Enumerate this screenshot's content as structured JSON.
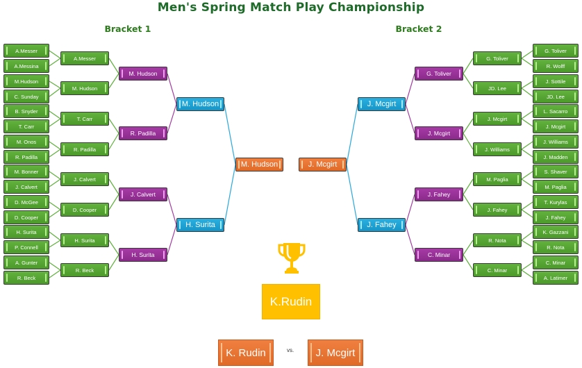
{
  "title": "Men's Spring Match Play Championship",
  "bracket1": {
    "label": "Bracket 1",
    "round1": [
      "A.Messer",
      "A.Messina",
      "M.Hudson",
      "C. Sunday",
      "B. Snyder",
      "T. Carr",
      "M. Onos",
      "R. Padilla",
      "M. Bonner",
      "J. Calvert",
      "D. McGee",
      "D. Cooper",
      "H. Surita",
      "P. Connell",
      "A. Gunter",
      "R. Beck"
    ],
    "round2": [
      "A.Messer",
      "M. Hudson",
      "T. Carr",
      "R. Padilla",
      "J. Calvert",
      "D. Cooper",
      "H. Surita",
      "R. Beck"
    ],
    "round3": [
      "M. Hudson",
      "R. Padilla",
      "J. Calvert",
      "H. Surita"
    ],
    "round4": [
      "M. Hudson",
      "H. Surita"
    ],
    "winner": "M. Hudson"
  },
  "bracket2": {
    "label": "Bracket 2",
    "round1": [
      "G. Toliver",
      "R. Wolff",
      "J. Sottile",
      "JD. Lee",
      "L. Sacarro",
      "J. Mcgirt",
      "J. Williams",
      "J. Madden",
      "S. Shaver",
      "M. Paglia",
      "T. Kurylas",
      "J. Fahey",
      "K. Gazzani",
      "R. Nota",
      "C. Minar",
      "A. Latimer"
    ],
    "round2": [
      "G. Toliver",
      "JD. Lee",
      "J. Mcgirt",
      "J. Williams",
      "M. Paglia",
      "J. Fahey",
      "R. Nota",
      "C. Minar"
    ],
    "round3": [
      "G. Toliver",
      "J. Mcgirt",
      "J. Fahey",
      "C. Minar"
    ],
    "round4": [
      "J. Mcgirt",
      "J. Fahey"
    ],
    "winner": "J. Mcgirt"
  },
  "final": {
    "player1": "K. Rudin",
    "vs": "vs.",
    "player2": "J. Mcgirt",
    "champion": "K.Rudin",
    "trophy_icon": "trophy-icon"
  },
  "colors": {
    "title": "#1e6b2a",
    "round1": "#55a535",
    "round2": "#55a535",
    "round3": "#9a329a",
    "round4": "#1fa3d6",
    "semifinal": "#e8742f",
    "champion": "#ffc000",
    "line_green": "#5cb038",
    "line_purple": "#a03aa0",
    "line_blue": "#29a8dc"
  }
}
